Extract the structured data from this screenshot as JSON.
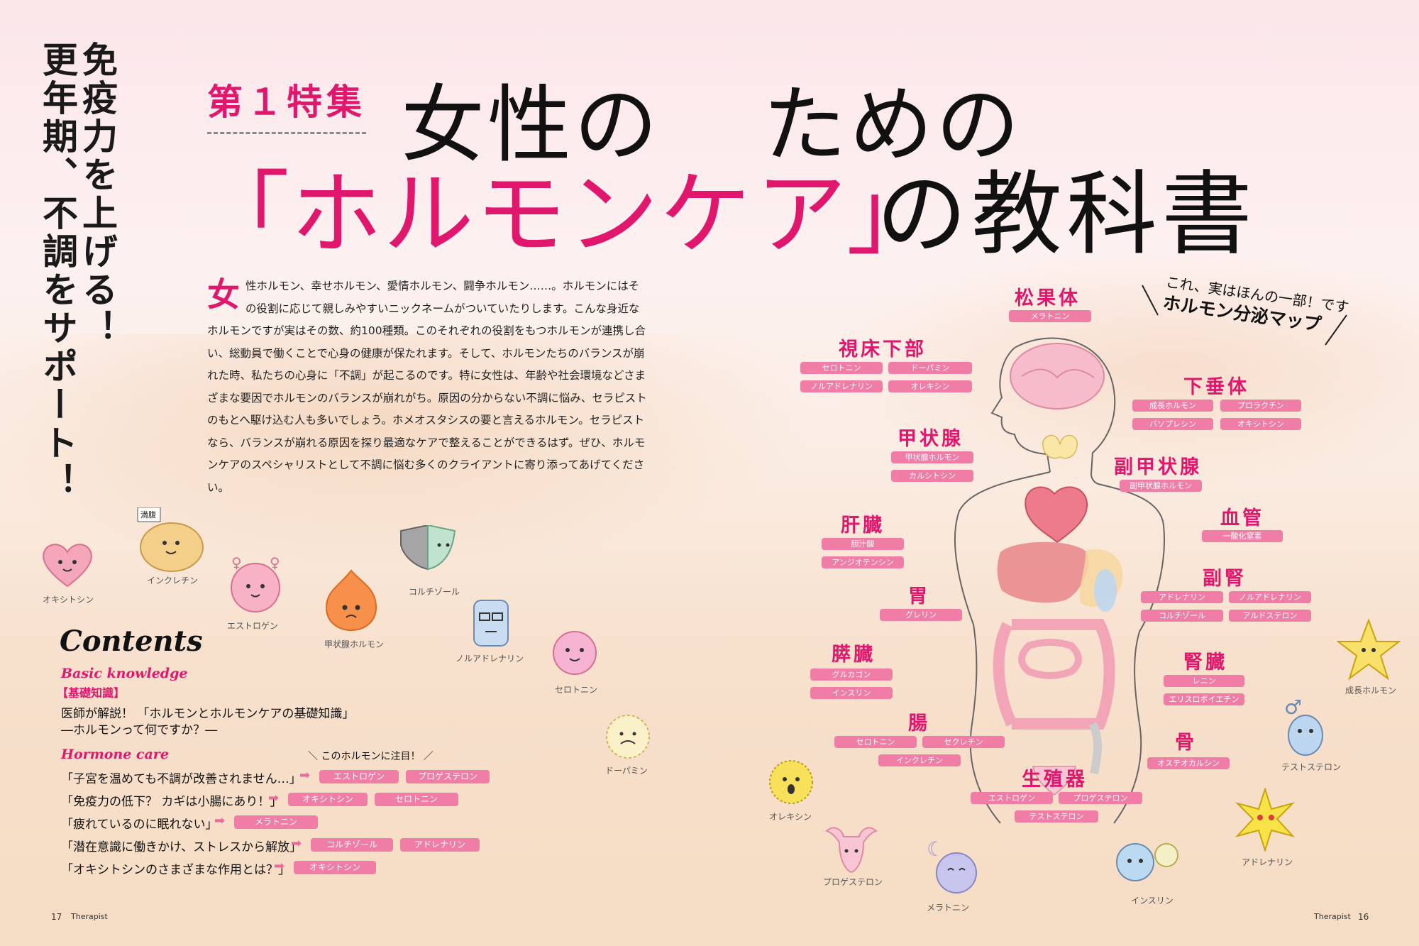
{
  "vertical_headline": {
    "line1": "免疫力を上げる！",
    "line2": "更年期、不調をサポート！"
  },
  "feature": {
    "kicker": "第１特集",
    "title_part1": "女性の",
    "title_part2": "ための",
    "title_part3": "「ホルモンケ",
    "title_part4": "ア」",
    "title_part5": "の教科書"
  },
  "lead": {
    "drop_cap": "女",
    "text": "性ホルモン、幸せホルモン、愛情ホルモン、闘争ホルモン……。ホルモンにはその役割に応じて親しみやすいニックネームがついていたりします。こんな身近なホルモンですが実はその数、約100種類。このそれぞれの役割をもつホルモンが連携し合い、総動員で働くことで心身の健康が保たれます。そして、ホルモンたちのバランスが崩れた時、私たちの心身に「不調」が起こるのです。特に女性は、年齢や社会環境などさまざまな要因でホルモンのバランスが崩れがち。原因の分からない不調に悩み、セラピストのもとへ駆け込む人も多いでしょう。ホメオスタシスの要と言えるホルモン。セラピストなら、バランスが崩れる原因を探り最適なケアで整えることができるはず。ぜひ、ホルモンケアのスペシャリストとして不調に悩む多くのクライアントに寄り添ってあげてください。"
  },
  "characters": {
    "oxytocin": "オキシトシン",
    "incretin": "インクレチン",
    "incretin_flag": "満腹",
    "estrogen": "エストロゲン",
    "thyroid": "甲状腺ホルモン",
    "cortisol": "コルチゾール",
    "noradrenaline": "ノルアドレナリン",
    "serotonin": "セロトニン",
    "dopamine": "ドーパミン",
    "orexin": "オレキシン",
    "progesterone": "プロゲステロン",
    "melatonin": "メラトニン",
    "insulin": "インスリン",
    "adrenaline": "アドレナリン",
    "testosterone": "テストステロン",
    "growth": "成長ホルモン"
  },
  "contents": {
    "title": "Contents",
    "basic_en": "Basic knowledge",
    "basic_jp": "【基礎知識】",
    "basic_line1": "医師が解説！ 「ホルモンとホルモンケアの基礎知識」",
    "basic_line2": "―ホルモンって何ですか？―",
    "care_en": "Hormone care",
    "notice": "＼ このホルモンに注目！ ／",
    "items": [
      {
        "text": "「子宮を温めても不調が改善されません…」",
        "tags": [
          "エストロゲン",
          "プロゲステロン"
        ]
      },
      {
        "text": "「免疫力の低下？ カギは小腸にあり！」",
        "tags": [
          "オキシトシン",
          "セロトニン"
        ]
      },
      {
        "text": "「疲れているのに眠れない」",
        "tags": [
          "メラトニン"
        ]
      },
      {
        "text": "「潜在意識に働きかけ、ストレスから解放」",
        "tags": [
          "コルチゾール",
          "アドレナリン"
        ]
      },
      {
        "text": "「オキシトシンのさまざまな作用とは？」",
        "tags": [
          "オキシトシン"
        ]
      }
    ]
  },
  "map": {
    "callout_line1": "これ、実はほんの一部！です",
    "callout_line2": "ホルモン分泌マップ",
    "organs": {
      "pineal": {
        "name": "松果体",
        "tags": [
          "メラトニン"
        ]
      },
      "hypothalamus": {
        "name": "視床下部",
        "tags": [
          "セロトニン",
          "ドーパミン",
          "ノルアドレナリン",
          "オレキシン"
        ]
      },
      "pituitary": {
        "name": "下垂体",
        "tags": [
          "成長ホルモン",
          "プロラクチン",
          "バソプレシン",
          "オキシトシン"
        ]
      },
      "thyroid": {
        "name": "甲状腺",
        "tags": [
          "甲状腺ホルモン",
          "カルシトシン"
        ]
      },
      "parathyroid": {
        "name": "副甲状腺",
        "tags": [
          "副甲状腺ホルモン"
        ]
      },
      "liver": {
        "name": "肝臓",
        "tags": [
          "胆汁酸",
          "アンジオテンシン"
        ]
      },
      "vessel": {
        "name": "血管",
        "tags": [
          "一酸化窒素"
        ]
      },
      "stomach": {
        "name": "胃",
        "tags": [
          "グレリン"
        ]
      },
      "adrenal": {
        "name": "副腎",
        "tags": [
          "アドレナリン",
          "ノルアドレナリン",
          "コルチゾール",
          "アルドステロン"
        ]
      },
      "pancreas": {
        "name": "膵臓",
        "tags": [
          "グルカゴン",
          "インスリン"
        ]
      },
      "kidney": {
        "name": "腎臓",
        "tags": [
          "レニン",
          "エリスロポイエチン"
        ]
      },
      "intestine": {
        "name": "腸",
        "tags": [
          "セロトニン",
          "セクレチン",
          "インクレチン"
        ]
      },
      "bone": {
        "name": "骨",
        "tags": [
          "オステオカルシン"
        ]
      },
      "reproductive": {
        "name": "生殖器",
        "tags": [
          "エストロゲン",
          "プロゲステロン",
          "テストステロン"
        ]
      }
    }
  },
  "folio": {
    "left_page": "17",
    "left_mag": "Therapist",
    "right_mag": "Therapist",
    "right_page": "16"
  },
  "colors": {
    "accent": "#e0176d",
    "tag_bg": "#ef7da6"
  }
}
